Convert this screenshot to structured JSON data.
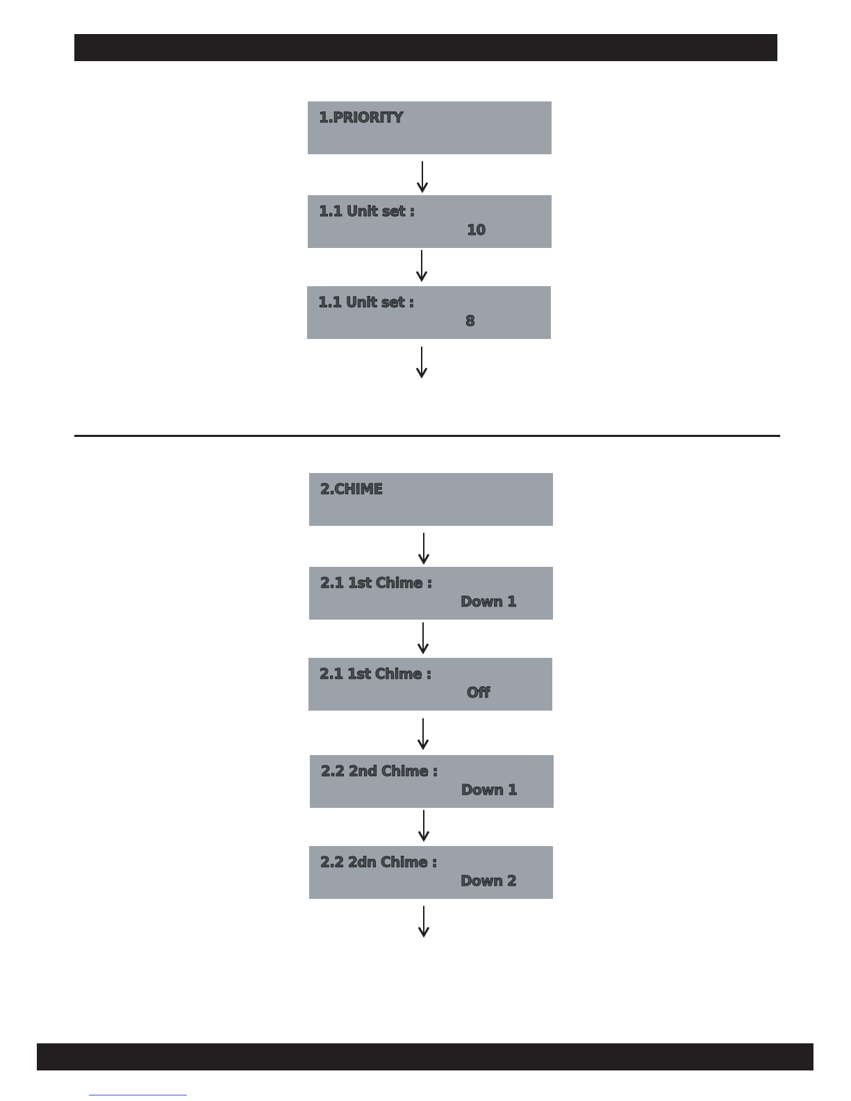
{
  "section1": {
    "screens": [
      {
        "line1": "1.PRIORITY",
        "line2": ""
      },
      {
        "line1": "1.1 Unit set :",
        "line2": "10"
      },
      {
        "line1": "1.1 Unit set :",
        "line2": "8"
      }
    ]
  },
  "section2": {
    "screens": [
      {
        "line1": "2.CHIME",
        "line2": ""
      },
      {
        "line1": "2.1  1st Chime :",
        "line2": "Down 1"
      },
      {
        "line1": "2.1  1st Chime :",
        "line2": "Off"
      },
      {
        "line1": "2.2 2nd Chime :",
        "line2": "Down 1"
      },
      {
        "line1": "2.2 2dn Chime :",
        "line2": "Down 2"
      }
    ]
  },
  "colors": {
    "lcd_background": "#9ca2a9",
    "bar": "#231f20"
  },
  "icons": {
    "arrow": "arrow-down-icon"
  }
}
